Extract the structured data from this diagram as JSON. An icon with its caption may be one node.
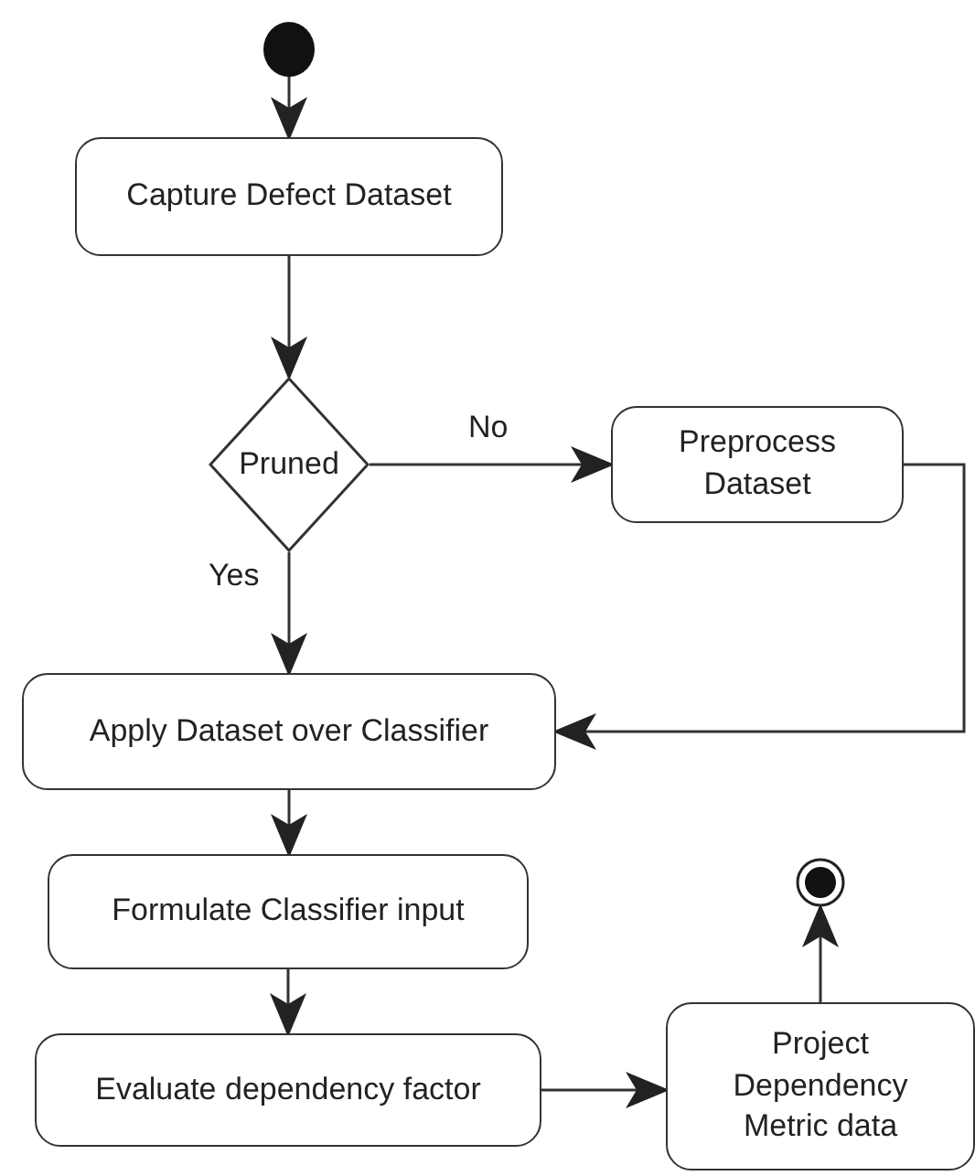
{
  "diagram": {
    "nodes": [
      {
        "text": [],
        "shape": "circle"
      },
      {
        "text": [
          "Capture Defect Dataset"
        ]
      },
      {
        "text": [
          "Pruned"
        ]
      },
      {
        "text": [
          "Preprocess Dataset"
        ]
      },
      {
        "text": [
          "Apply Dataset over Classifier"
        ]
      },
      {
        "text": [
          "Formulate Classifier input"
        ]
      },
      {
        "text": [
          "Evaluate dependency factor"
        ]
      },
      {
        "text": [
          "Project Dependency Metric data"
        ]
      },
      {
        "text": [],
        "shape": "circle"
      }
    ],
    "edges": [
      {
        "from": 0,
        "to": 1,
        "arrow": "to"
      },
      {
        "from": 1,
        "to": 2,
        "arrow": "to"
      },
      {
        "from": 2,
        "to": 3,
        "arrow": "to",
        "label": "No"
      },
      {
        "from": 2,
        "to": 4,
        "arrow": "to",
        "label": "Yes"
      },
      {
        "from": 3,
        "to": 4,
        "arrow": "to"
      },
      {
        "from": 4,
        "to": 5,
        "arrow": "to"
      },
      {
        "from": 5,
        "to": 6,
        "arrow": "to"
      },
      {
        "from": 6,
        "to": 7,
        "arrow": "to"
      },
      {
        "from": 7,
        "to": 8,
        "arrow": "to"
      }
    ]
  }
}
